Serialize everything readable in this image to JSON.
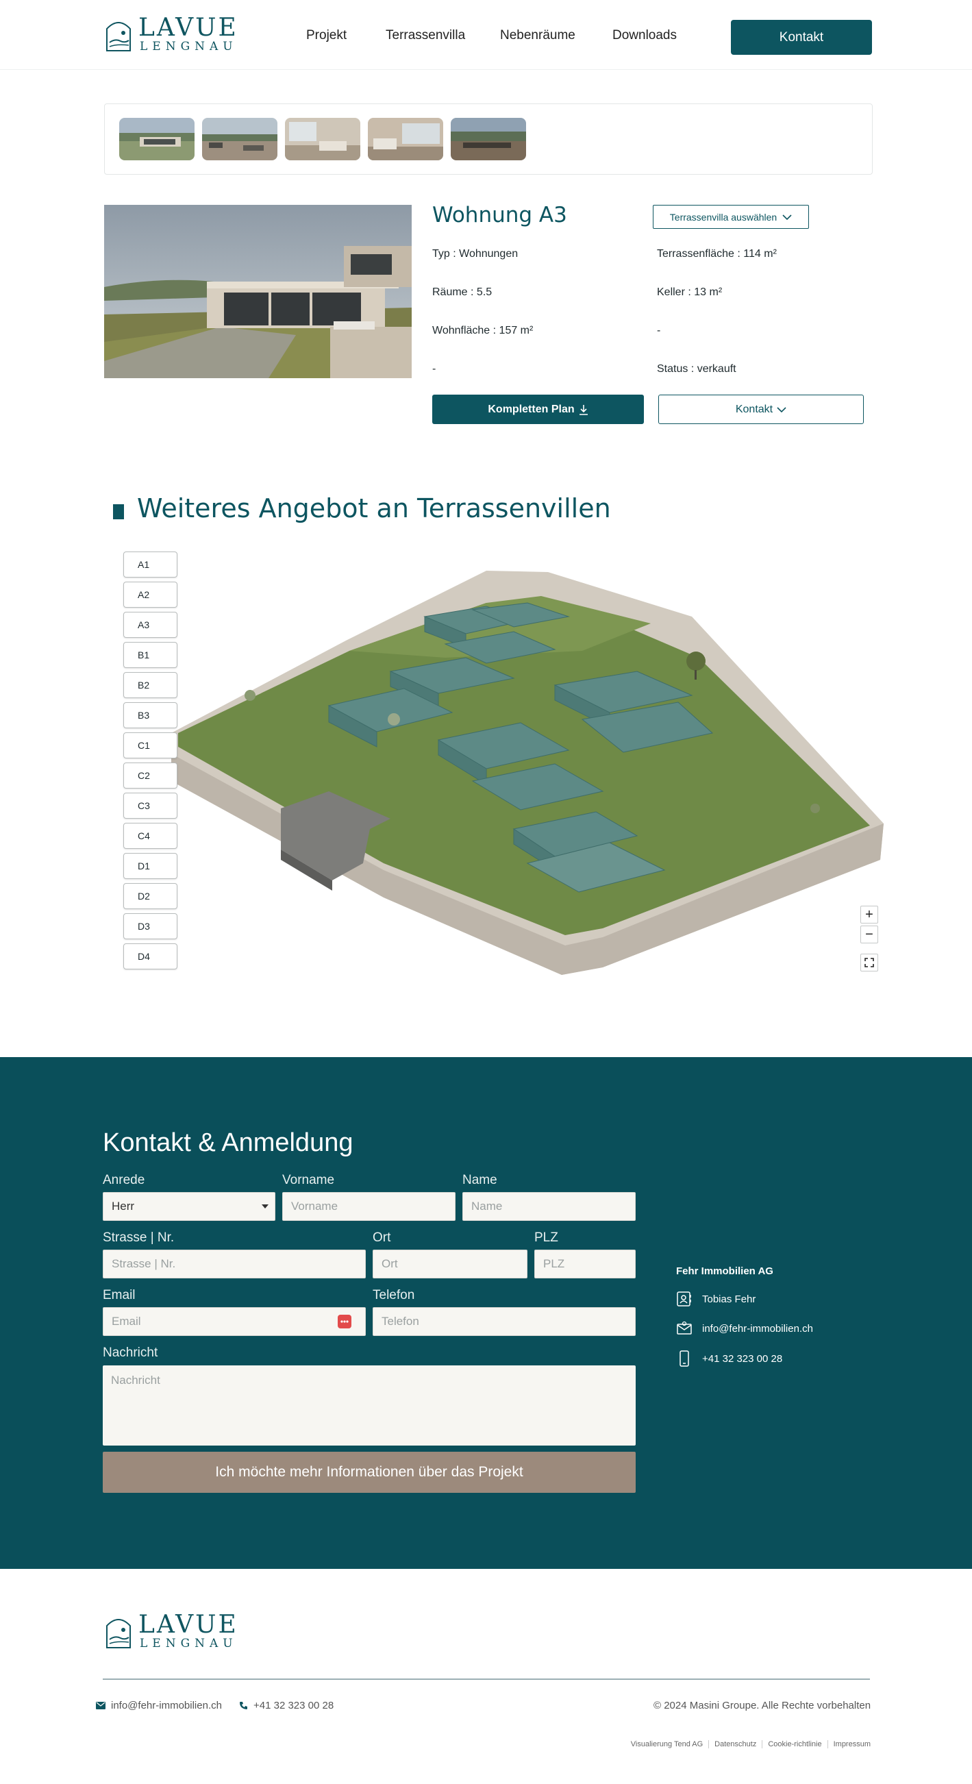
{
  "brand": {
    "line1": "LAVUE",
    "line2": "LENGNAU"
  },
  "nav": {
    "items": [
      "Projekt",
      "Terrassenvilla",
      "Nebenräume",
      "Downloads"
    ],
    "cta": "Kontakt"
  },
  "gallery": {
    "thumbnail_count": 5
  },
  "unit": {
    "title": "Wohnung A3",
    "select_label": "Terrassenvilla auswählen",
    "specs_left": [
      "Typ : Wohnungen",
      "Räume : 5.5",
      "Wohnfläche : 157 m²",
      "-"
    ],
    "specs_right": [
      "Terrassenfläche : 114 m²",
      "Keller : 13 m²",
      "-",
      "Status : verkauft"
    ],
    "plan_button": "Kompletten Plan",
    "contact_button": "Kontakt"
  },
  "offer": {
    "title": "Weiteres Angebot an Terrassenvillen",
    "units": [
      "A1",
      "A2",
      "A3",
      "B1",
      "B2",
      "B3",
      "C1",
      "C2",
      "C3",
      "C4",
      "D1",
      "D2",
      "D3",
      "D4"
    ],
    "zoom_in": "+",
    "zoom_out": "−"
  },
  "contact": {
    "heading": "Kontakt & Anmeldung",
    "labels": {
      "anrede": "Anrede",
      "vorname": "Vorname",
      "name": "Name",
      "strasse": "Strasse | Nr.",
      "ort": "Ort",
      "plz": "PLZ",
      "email": "Email",
      "telefon": "Telefon",
      "nachricht": "Nachricht"
    },
    "anrede_value": "Herr",
    "placeholders": {
      "vorname": "Vorname",
      "name": "Name",
      "strasse": "Strasse | Nr.",
      "ort": "Ort",
      "plz": "PLZ",
      "email": "Email",
      "telefon": "Telefon",
      "nachricht": "Nachricht"
    },
    "submit": "Ich möchte mehr Informationen über das Projekt",
    "company": "Fehr Immobilien AG",
    "person": "Tobias Fehr",
    "email": "info@fehr-immobilien.ch",
    "phone": "+41 32 323 00 28"
  },
  "footer": {
    "email": "info@fehr-immobilien.ch",
    "phone": "+41 32 323 00 28",
    "copyright": "© 2024 Masini Groupe. Alle Rechte vorbehalten",
    "links": [
      "Visualierung Tend AG",
      "Datenschutz",
      "Cookie-richtlinie",
      "Impressum"
    ]
  },
  "colors": {
    "primary": "#0d5560",
    "contact_bg": "#0a4f5a",
    "submit": "#9c8a7c"
  }
}
